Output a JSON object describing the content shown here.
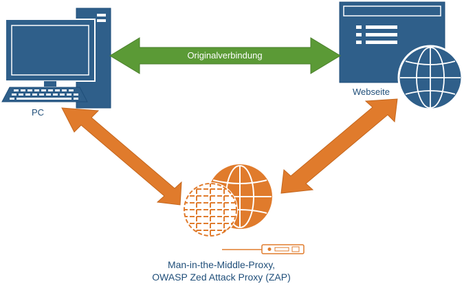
{
  "nodes": {
    "pc": {
      "label": "PC"
    },
    "website": {
      "label": "Webseite"
    },
    "proxy": {
      "label_line1": "Man-in-the-Middle-Proxy,",
      "label_line2": "OWASP Zed Attack Proxy (ZAP)"
    }
  },
  "edges": {
    "original": {
      "label": "Originalverbindung",
      "color": "#5b9a36"
    },
    "pc_proxy": {
      "color": "#e07b2c"
    },
    "proxy_website": {
      "color": "#e07b2c"
    }
  },
  "colors": {
    "device_blue": "#2f5f8a",
    "device_stroke": "#1f4e79",
    "screen": "#3b6d98",
    "label_blue": "#1f4e79",
    "globe_orange": "#e07b2c"
  },
  "icons": [
    "desktop-computer-icon",
    "web-page-icon",
    "globe-icon",
    "proxy-globe-icon",
    "proxy-server-icon"
  ]
}
